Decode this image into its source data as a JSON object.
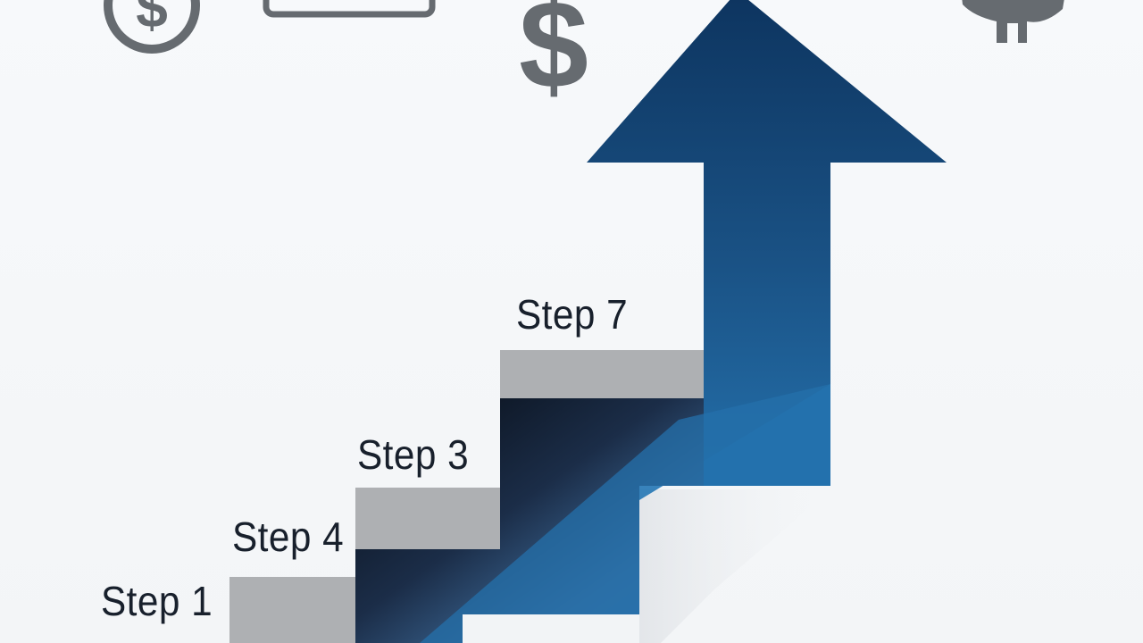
{
  "icons": [
    {
      "name": "dollar-coin-icon",
      "color": "#666b70"
    },
    {
      "name": "card-icon",
      "color": "#666b70"
    },
    {
      "name": "dollar-sign-icon",
      "color": "#666b70"
    },
    {
      "name": "piggy-bank-icon",
      "color": "#666b70"
    }
  ],
  "dollar_glyph": "$",
  "steps": [
    {
      "label": "Step 1"
    },
    {
      "label": "Step 4"
    },
    {
      "label": "Step 3"
    },
    {
      "label": "Step 7"
    }
  ],
  "colors": {
    "arrow_dark": "#0f3a66",
    "arrow_light": "#2278b6",
    "step_top": "#aeb0b3",
    "stair_dark": "#070c16",
    "icon_gray": "#666b70",
    "label_text": "#18202c"
  }
}
